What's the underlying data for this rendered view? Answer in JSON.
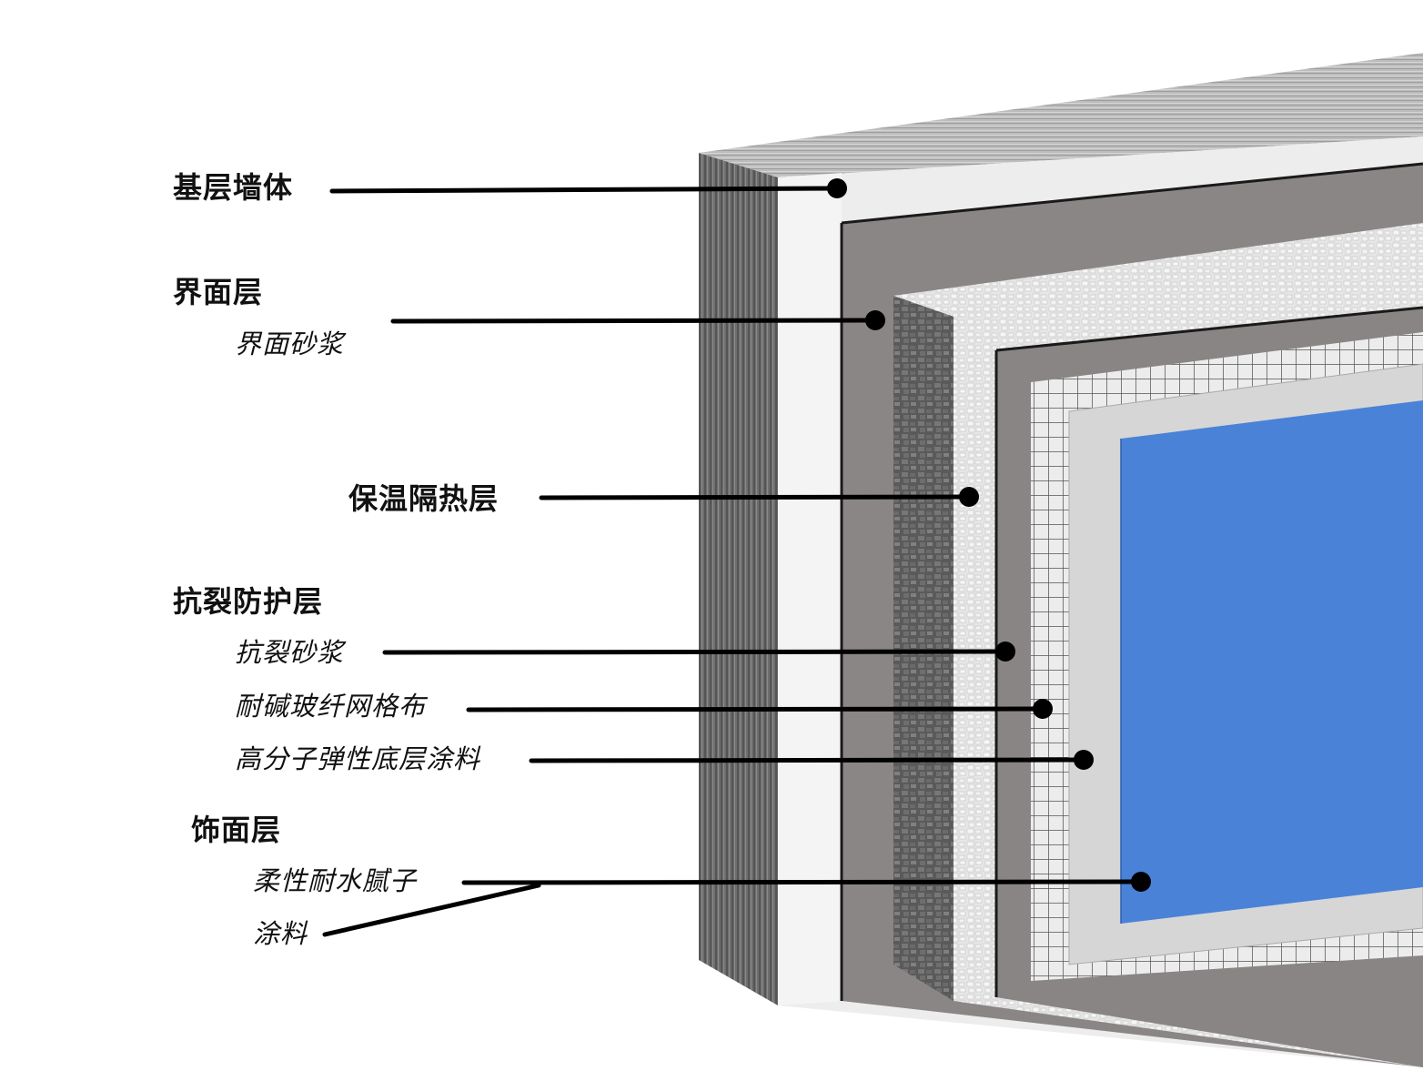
{
  "layers": [
    {
      "id": "base",
      "label": "基层墙体"
    },
    {
      "id": "interface",
      "label": "界面层",
      "items": [
        "界面砂浆"
      ]
    },
    {
      "id": "insulation",
      "label": "保温隔热层"
    },
    {
      "id": "crack",
      "label": "抗裂防护层",
      "items": [
        "抗裂砂浆",
        "耐碱玻纤网格布",
        "高分子弹性底层涂料"
      ]
    },
    {
      "id": "finish",
      "label": "饰面层",
      "items": [
        "柔性耐水腻子",
        "涂料"
      ]
    }
  ],
  "colors": {
    "base_wall": "#7a7a7a",
    "interface_mortar": "#8b8686",
    "insulation_board": "#5f5f5f",
    "crack_mortar": "#8a8585",
    "mesh": "#e2e2e2",
    "primer": "#d6d6d6",
    "finish_coat": "#4a82d8",
    "leader_line": "#000000"
  }
}
